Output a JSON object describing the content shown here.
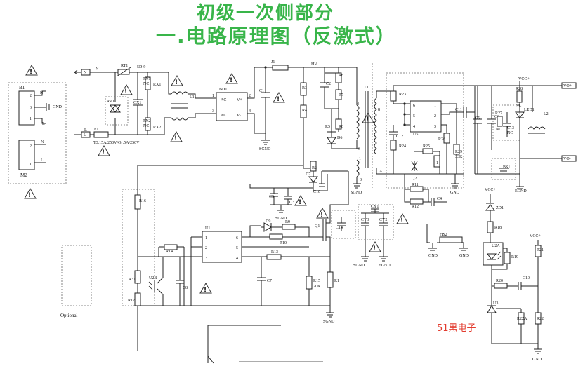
{
  "title": {
    "line1": "初级一次侧部分",
    "line2": "一.电路原理图（反激式）"
  },
  "brand_label": "51黑电子",
  "optional_label": "Optional",
  "nets": {
    "n": "N",
    "l": "L",
    "hv": "HV",
    "gnd": "GND",
    "sgnd": "SGND",
    "egnd": "EGND",
    "vcc": "VCC+",
    "vo_plus": "VO+",
    "vo_minus": "VO-"
  },
  "fuse_rating": "T3.15A/250V/Or:5A/250V",
  "components": {
    "rt1": "RT1",
    "sd9": "5D-9",
    "rx1": "RX1",
    "rx1_nc": "NC",
    "rx2": "RX2",
    "rx2_nc": "NC",
    "rv1": "RV1",
    "cx1": "CX1",
    "l1": "L1",
    "bd1": "BD1",
    "ac1": "AC",
    "ac2": "AC",
    "vplus": "V+",
    "vminus": "V-",
    "c1": "C1",
    "j1": "J1",
    "f1": "F1",
    "r3": "R3",
    "r4": "R4",
    "r8": "R8",
    "r7": "R7",
    "r6": "R6",
    "r5": "R5",
    "c2": "C2",
    "d6": "D6",
    "t1": "T1",
    "r2": "R2",
    "d7": "D7",
    "c18": "C18",
    "c9": "C9",
    "c3": "C3",
    "r16": "R16",
    "r31": "R31",
    "r17": "R17",
    "u1": "U1",
    "r14": "R14",
    "c8": "C8",
    "d9": "D9",
    "r9": "R9",
    "r10": "R10",
    "r13": "R13",
    "c7": "C7",
    "r15": "R15",
    "r15_val": "20K",
    "r1": "R1",
    "q1": "Q1",
    "c14": "C14",
    "cy1": "CY1",
    "cy2": "CY2",
    "cy3": "CY3",
    "u2b": "U2B",
    "b1": "B1",
    "m2": "M2",
    "r23": "R23",
    "u3_top": "U5",
    "c12": "C12",
    "r24": "R24",
    "r25": "R25",
    "q2": "Q2",
    "r26": "R26",
    "r29": "R29",
    "r29_val": "33K",
    "c11": "C11",
    "c5": "C5",
    "c6": "C6",
    "r27": "R27",
    "r27_nc": "NC",
    "c13": "C13",
    "c13_nc": "NC",
    "r28": "R28",
    "r28_nc": "NC",
    "led1": "LED1",
    "l2": "L2",
    "bs1": "BS1",
    "r11": "R11",
    "r12": "R12",
    "c4": "C4",
    "hs2": "HS2",
    "zd1": "ZD1",
    "r18": "R18",
    "u2a": "U2A",
    "r19": "R19",
    "r21": "R21",
    "r20": "R20",
    "c10": "C10",
    "u3": "U3",
    "r22a": "R22A",
    "r22": "R22"
  },
  "pins": {
    "u1": [
      "1",
      "2",
      "3",
      "4",
      "5",
      "6"
    ],
    "u5": [
      "6",
      "5",
      "4",
      "1",
      "2",
      "3"
    ],
    "t1": [
      "4",
      "6",
      "1",
      "3",
      "8",
      "A"
    ],
    "bd1": [
      "1",
      "2",
      "3",
      "4"
    ],
    "conn_b1": [
      "2",
      "3",
      "1"
    ],
    "conn_m2": [
      "2",
      "1"
    ]
  },
  "warning_glyph": "!"
}
